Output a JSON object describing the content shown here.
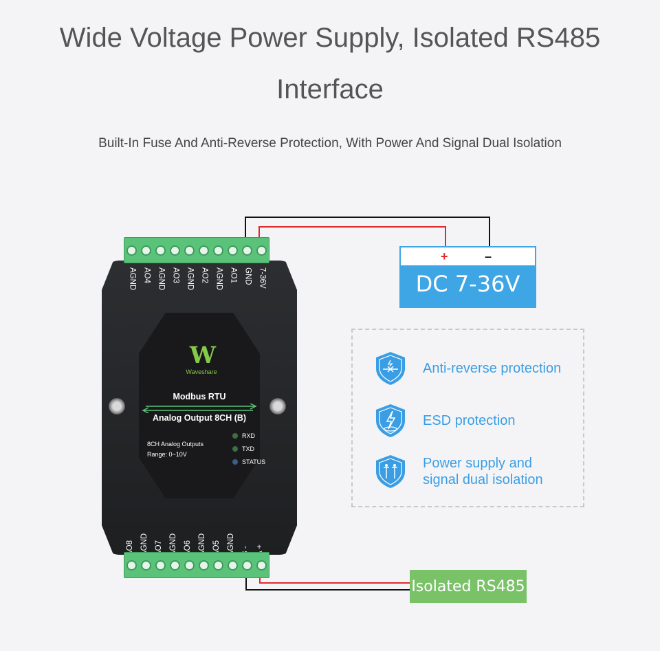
{
  "header": {
    "title_line1": "Wide Voltage Power Supply, Isolated RS485",
    "title_line2": "Interface",
    "subtitle": "Built-In Fuse And Anti-Reverse Protection, With Power And Signal Dual Isolation"
  },
  "device": {
    "top_pins": [
      "AGND",
      "AO4",
      "AGND",
      "AO3",
      "AGND",
      "AO2",
      "AGND",
      "AO1",
      "GND",
      "7-36V"
    ],
    "bottom_pins": [
      "AO8",
      "AGND",
      "AO7",
      "AGND",
      "AO6",
      "AGND",
      "AO5",
      "AGND",
      "B -",
      "A +"
    ],
    "brand": "Waveshare",
    "logo_mark": "W",
    "protocol": "Modbus RTU",
    "product": "Analog Output 8CH (B)",
    "spec_line1": "8CH Analog Outputs",
    "spec_line2": "Range: 0~10V",
    "leds": [
      "RXD",
      "TXD",
      "STATUS"
    ]
  },
  "power": {
    "plus": "+",
    "minus": "–",
    "label": "DC 7-36V"
  },
  "features": [
    {
      "icon": "shield-arrows-icon",
      "text": "Anti-reverse protection"
    },
    {
      "icon": "shield-lightning-icon",
      "text": "ESD protection"
    },
    {
      "icon": "shield-isolation-icon",
      "text": "Power supply and\nsignal dual isolation"
    }
  ],
  "rs485_label": "Isolated RS485",
  "colors": {
    "power_box": "#3ea6e4",
    "feature_text": "#3b9ee4",
    "rs485_box": "#7ac268",
    "terminal_green": "#5bc27a",
    "wire_red": "#e0292a"
  }
}
